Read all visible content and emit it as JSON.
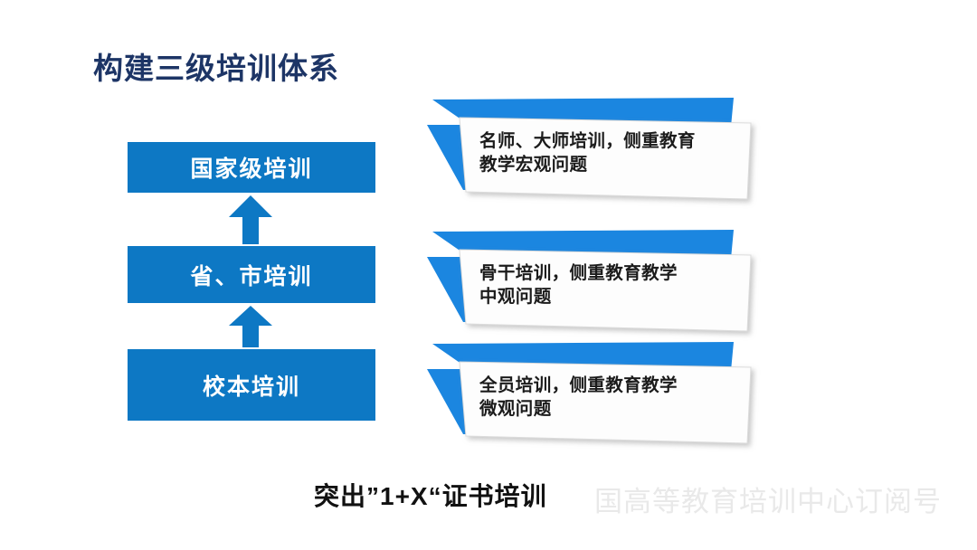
{
  "slide": {
    "title": "构建三级培训体系",
    "title_color": "#1d3566",
    "background": "#ffffff",
    "accent_box_color": "#0d78c4",
    "accent_banner_color": "#1b86e0",
    "bottom_caption": "突出”1+X“证书培训",
    "watermark": "国高等教育培训中心订阅号"
  },
  "pyramid": {
    "levels": [
      {
        "label": "国家级培训"
      },
      {
        "label": "省、市培训"
      },
      {
        "label": "校本培训"
      }
    ],
    "arrows": [
      {
        "name": "arrow-up-school-to-province",
        "direction": "up"
      },
      {
        "name": "arrow-up-province-to-national",
        "direction": "up"
      }
    ]
  },
  "callouts": [
    {
      "line1": "名师、大师培训，侧重教育",
      "line2": "教学宏观问题"
    },
    {
      "line1": "骨干培训，侧重教育教学",
      "line2": "中观问题"
    },
    {
      "line1": "全员培训，侧重教育教学",
      "line2": "微观问题"
    }
  ]
}
